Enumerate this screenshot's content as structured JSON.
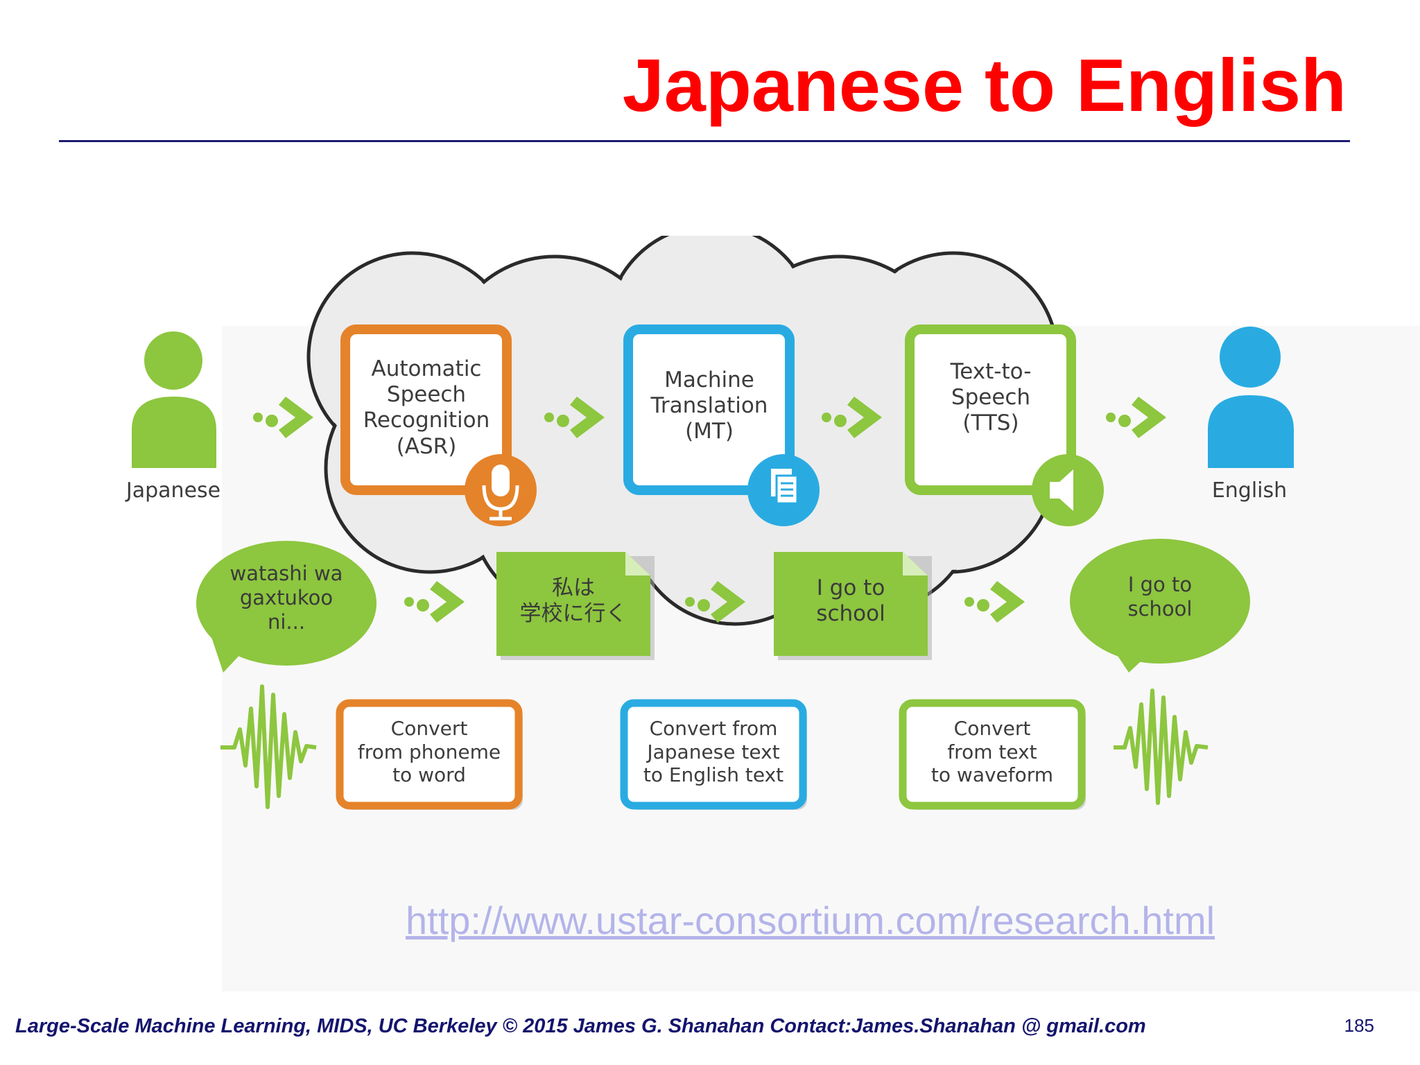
{
  "slide": {
    "title": "Japanese to English",
    "url": "http://www.ustar-consortium.com/research.html",
    "footer": "Large-Scale Machine Learning, MIDS, UC Berkeley ©  2015 James G. Shanahan    Contact:James.Shanahan @ gmail.com",
    "page_number": "185"
  },
  "diagram": {
    "source_person": {
      "label": "Japanese",
      "icon": "person-icon",
      "color": "#8dc63f"
    },
    "target_person": {
      "label": "English",
      "icon": "person-icon",
      "color": "#29abe2"
    },
    "stages": [
      {
        "title": "Automatic\nSpeech\nRecognition\n(ASR)",
        "icon": "microphone-icon",
        "color": "#e5832a",
        "description": "Convert\nfrom phoneme\nto word"
      },
      {
        "title": "Machine\nTranslation\n(MT)",
        "icon": "document-icon",
        "color": "#29abe2",
        "description": "Convert from\nJapanese text\nto English text"
      },
      {
        "title": "Text-to-\nSpeech\n(TTS)",
        "icon": "speaker-icon",
        "color": "#8dc63f",
        "description": "Convert\nfrom text\nto waveform"
      }
    ],
    "speech_input": "watashi wa\ngaxtukoo\nni...",
    "japanese_text": "私は\n学校に行く",
    "english_text": "I go to\nschool",
    "speech_output": "I go to\nschool",
    "colors": {
      "green": "#8dc63f",
      "orange": "#e5832a",
      "blue": "#29abe2",
      "cloud": "#ececec"
    }
  }
}
